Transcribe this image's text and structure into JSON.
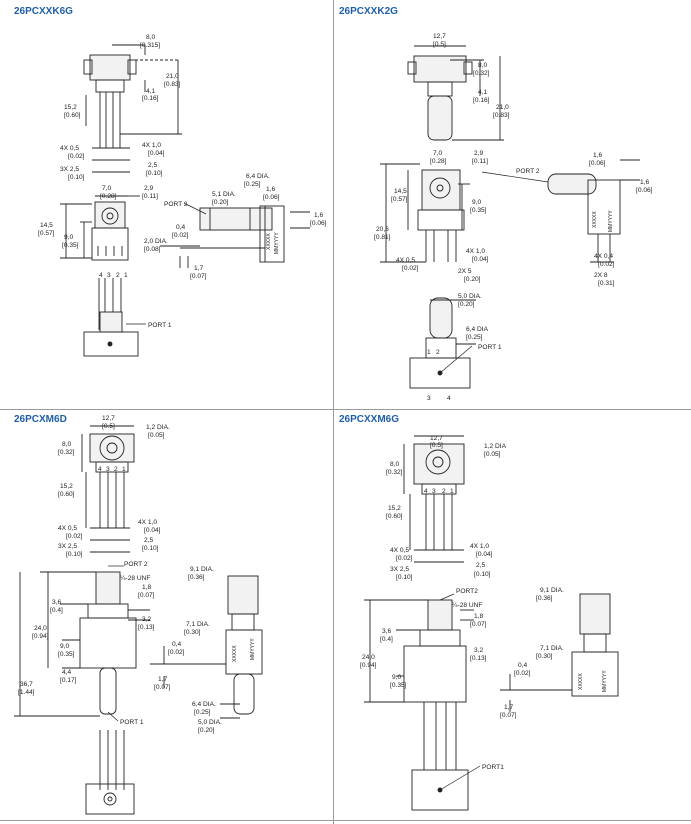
{
  "panels": [
    {
      "title": "26PCXXK6G",
      "dims": {
        "w1": "8,0",
        "w1b": "[0.315]",
        "h1": "21,0",
        "h1b": "[0.83]",
        "h2": "4,1",
        "h2b": "[0.16]",
        "l1": "15,2",
        "l1b": "[0.60]",
        "p1": "4X 0,5",
        "p1b": "[0.02]",
        "p2": "4X 1,0",
        "p2b": "[0.04]",
        "p3": "3X 2,5",
        "p3b": "[0.10]",
        "p4": "2,5",
        "p4b": "[0.10]",
        "s1": "7,0",
        "s1b": "[0.28]",
        "s2": "2,9",
        "s2b": "[0.11]",
        "s3": "14,5",
        "s3b": "[0.57]",
        "s4": "9,0",
        "s4b": "[0.35]",
        "s5": "2,0 DIA.",
        "s5b": "[0.08]",
        "r1": "6,4 DIA.",
        "r1b": "[0.25]",
        "r2": "5,1 DIA.",
        "r2b": "[0.20]",
        "r3": "1,6",
        "r3b": "[0.06]",
        "r4": "0,4",
        "r4b": "[0.02]",
        "r5": "1,6",
        "r5b": "[0.06]",
        "r6": "1,7",
        "r6b": "[0.07]",
        "port2": "PORT 2",
        "port1": "PORT 1",
        "pin4": "4",
        "pin3": "3",
        "pin2": "2",
        "pin1": "1",
        "code": "XXXXX",
        "code2": "MMYYYY"
      }
    },
    {
      "title": "26PCXXK2G",
      "dims": {
        "w1": "12,7",
        "w1b": "[0.5]",
        "w2": "8,0",
        "w2b": "[0.32]",
        "h2": "4,1",
        "h2b": "[0.16]",
        "h1": "21,0",
        "h1b": "[0.83]",
        "s1": "7,0",
        "s1b": "[0.28]",
        "s2": "2,9",
        "s2b": "[0.11]",
        "s3": "14,5",
        "s3b": "[0.57]",
        "s4": "9,0",
        "s4b": "[0.35]",
        "s5": "20,6",
        "s5b": "[0.81]",
        "p1": "4X 0,5",
        "p1b": "[0.02]",
        "p2": "4X 1,0",
        "p2b": "[0.04]",
        "p3": "2X 5",
        "p3b": "[0.20]",
        "r1": "1,6",
        "r1b": "[0.06]",
        "r2": "1,6",
        "r2b": "[0.06]",
        "r3": "4X 0,4",
        "r3b": "[0.02]",
        "r4": "2X 8",
        "r4b": "[0.31]",
        "port2": "PORT 2",
        "b1": "5,0 DIA.",
        "b1b": "[0.20]",
        "b2": "6,4 DIA",
        "b2b": "[0.25]",
        "port1": "PORT 1",
        "pin1": "1",
        "pin2": "2",
        "pin3": "3",
        "pin4": "4",
        "code": "XXXXX",
        "code2": "MMYYYY"
      }
    },
    {
      "title": "26PCXM6D",
      "dims": {
        "w1": "12,7",
        "w1b": "[0.5]",
        "d1": "1,2 DIA.",
        "d1b": "[0.05]",
        "w2": "8,0",
        "w2b": "[0.32]",
        "l1": "15,2",
        "l1b": "[0.60]",
        "p1": "4X 0,5",
        "p1b": "[0.02]",
        "p2": "4X 1,0",
        "p2b": "[0.04]",
        "p3": "3X 2,5",
        "p3b": "[0.10]",
        "p4": "2,5",
        "p4b": "[0.10]",
        "port2": "PORT 2",
        "thr": "¼-28 UNF",
        "t1": "1,8",
        "t1b": "[0.07]",
        "a1": "3,6",
        "a1b": "[0.4]",
        "a2": "3,2",
        "a2b": "[0.13]",
        "a3": "24,0",
        "a3b": "[0.94]",
        "a4": "9,0",
        "a4b": "[0.35]",
        "a5": "4,4",
        "a5b": "[0.17]",
        "a6": "36,7",
        "a6b": "[1.44]",
        "port1": "PORT 1",
        "r1": "9,1 DIA.",
        "r1b": "[0.36]",
        "r2": "7,1 DIA.",
        "r2b": "[0.30]",
        "r3": "0,4",
        "r3b": "[0.02]",
        "r4": "1,7",
        "r4b": "[0.07]",
        "r5": "6,4 DIA.",
        "r5b": "[0.25]",
        "r6": "5,0 DIA.",
        "r6b": "[0.20]",
        "pin1": "1",
        "pin2": "2",
        "pin3": "3",
        "pin4": "4",
        "code": "XXXXX",
        "code2": "MMYYYY"
      }
    },
    {
      "title": "26PCXXM6G",
      "dims": {
        "w1": "12,7",
        "w1b": "[0.5]",
        "d1": "1,2 DIA",
        "d1b": "[0.05]",
        "w2": "8,0",
        "w2b": "[0.32]",
        "l1": "15,2",
        "l1b": "[0.60]",
        "p1": "4X 0,5",
        "p1b": "[0.02]",
        "p2": "4X 1,0",
        "p2b": "[0.04]",
        "p3": "3X 2,5",
        "p3b": "[0.10]",
        "p4": "2,5",
        "p4b": "[0.10]",
        "port2": "PORT2",
        "thr": "¼-28 UNF",
        "t1": "1,8",
        "t1b": "[0.07]",
        "a1": "3,6",
        "a1b": "[0.4]",
        "a2": "3,2",
        "a2b": "[0.13]",
        "a3": "24,0",
        "a3b": "[0.94]",
        "a4": "9,0",
        "a4b": "[0.35]",
        "r1": "9,1 DIA.",
        "r1b": "[0.36]",
        "r2": "7,1 DIA.",
        "r2b": "[0.30]",
        "r3": "0,4",
        "r3b": "[0.02]",
        "r4": "1,7",
        "r4b": "[0.07]",
        "port1": "PORT1",
        "pin1": "1",
        "pin2": "2",
        "pin3": "3",
        "pin4": "4",
        "code": "XXXXX",
        "code2": "MMYYYY"
      }
    }
  ],
  "colors": {
    "title": "#1f5fa8",
    "line": "#222222",
    "fill": "#f2f2f2",
    "divider": "#9a9a9a"
  }
}
